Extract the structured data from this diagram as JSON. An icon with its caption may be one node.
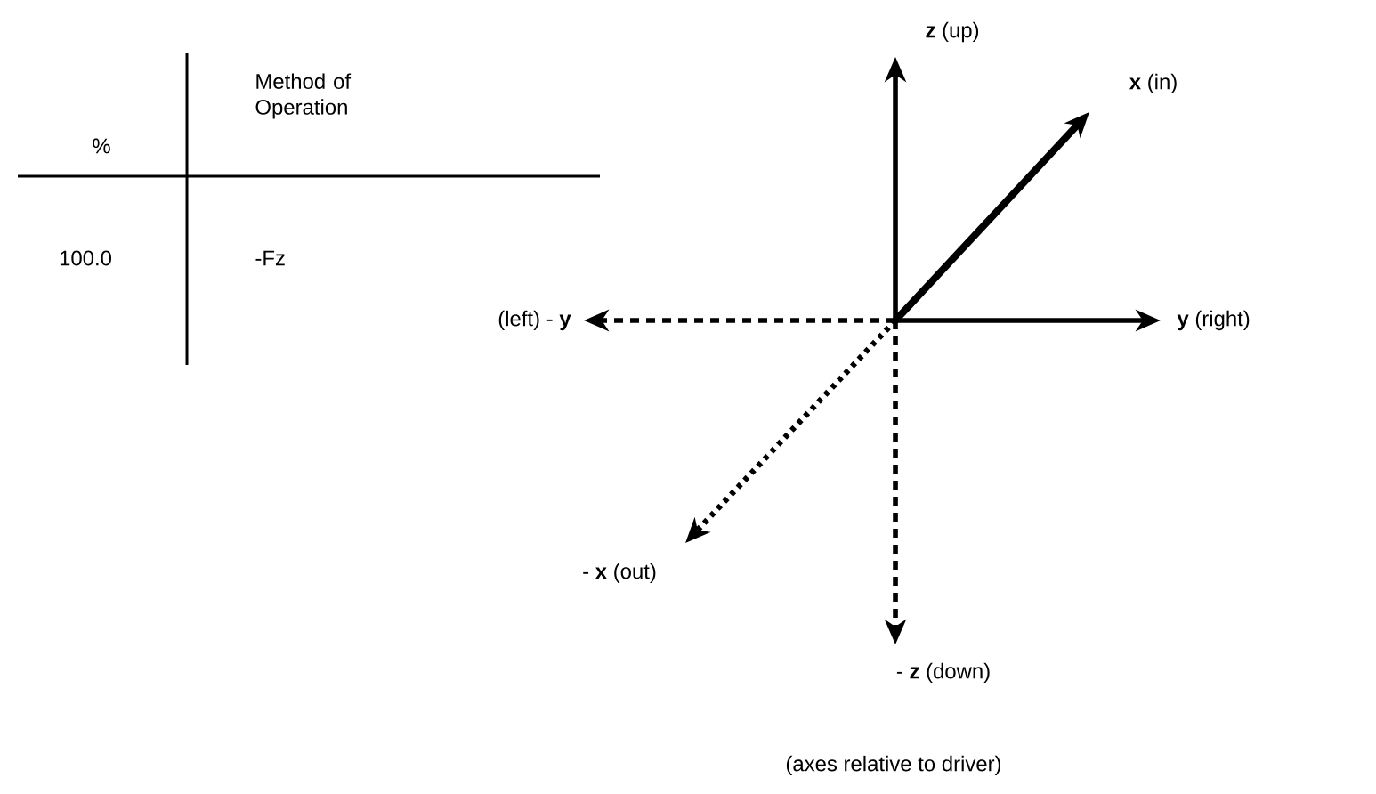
{
  "diagram": {
    "caption": "(axes relative to driver)",
    "labels": [
      "%",
      "Method of Operation",
      "100.0",
      "-Fz",
      "**z** (up)",
      "**x** (in)",
      "(left) - **y**",
      "**y** (right)",
      "- **x** (out)",
      "- **z** (down)"
    ]
  }
}
